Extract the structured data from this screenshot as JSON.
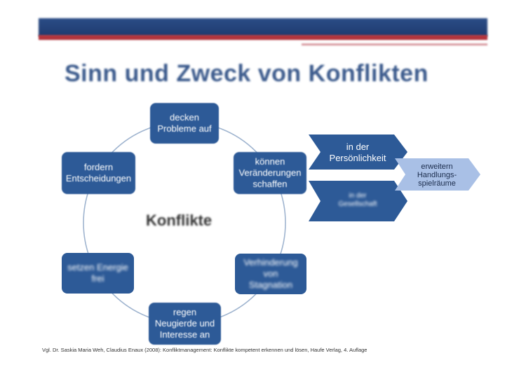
{
  "slide": {
    "title": "Sinn und Zweck von Konflikten",
    "center_label": "Konflikte",
    "cycle_nodes": [
      {
        "id": "top",
        "text": "decken\nProbleme auf"
      },
      {
        "id": "right-top",
        "text": "können\nVeränderungen\nschaffen"
      },
      {
        "id": "right-bottom",
        "text": "Verhinderung\nvon\nStagnation"
      },
      {
        "id": "bottom",
        "text": "regen\nNeugierde und\nInteresse an"
      },
      {
        "id": "left-bottom",
        "text": "setzen Energie\nfrei"
      },
      {
        "id": "left-top",
        "text": "fordern\nEntscheidungen"
      }
    ],
    "arrows": [
      {
        "id": "personality",
        "text": "in der\nPersönlichkeit"
      },
      {
        "id": "society",
        "text": "in der\nGesellschaft"
      },
      {
        "id": "scope",
        "text": "erweitern\nHandlungs-\nspielräume"
      }
    ],
    "footer": "Vgl. Dr. Saskia Maria Weh, Claudius Enaux (2008): Konfliktmanagement: Konflikte kompetent erkennen und lösen, Haufe Verlag, 4. Auflage",
    "colors": {
      "header_blue": "#1f3a6e",
      "header_red": "#b3343c",
      "node_fill": "#2d5a97",
      "ring": "#9fb4cf",
      "arrow_light": "#a9c0e6",
      "title": "#3b5a8c"
    }
  }
}
